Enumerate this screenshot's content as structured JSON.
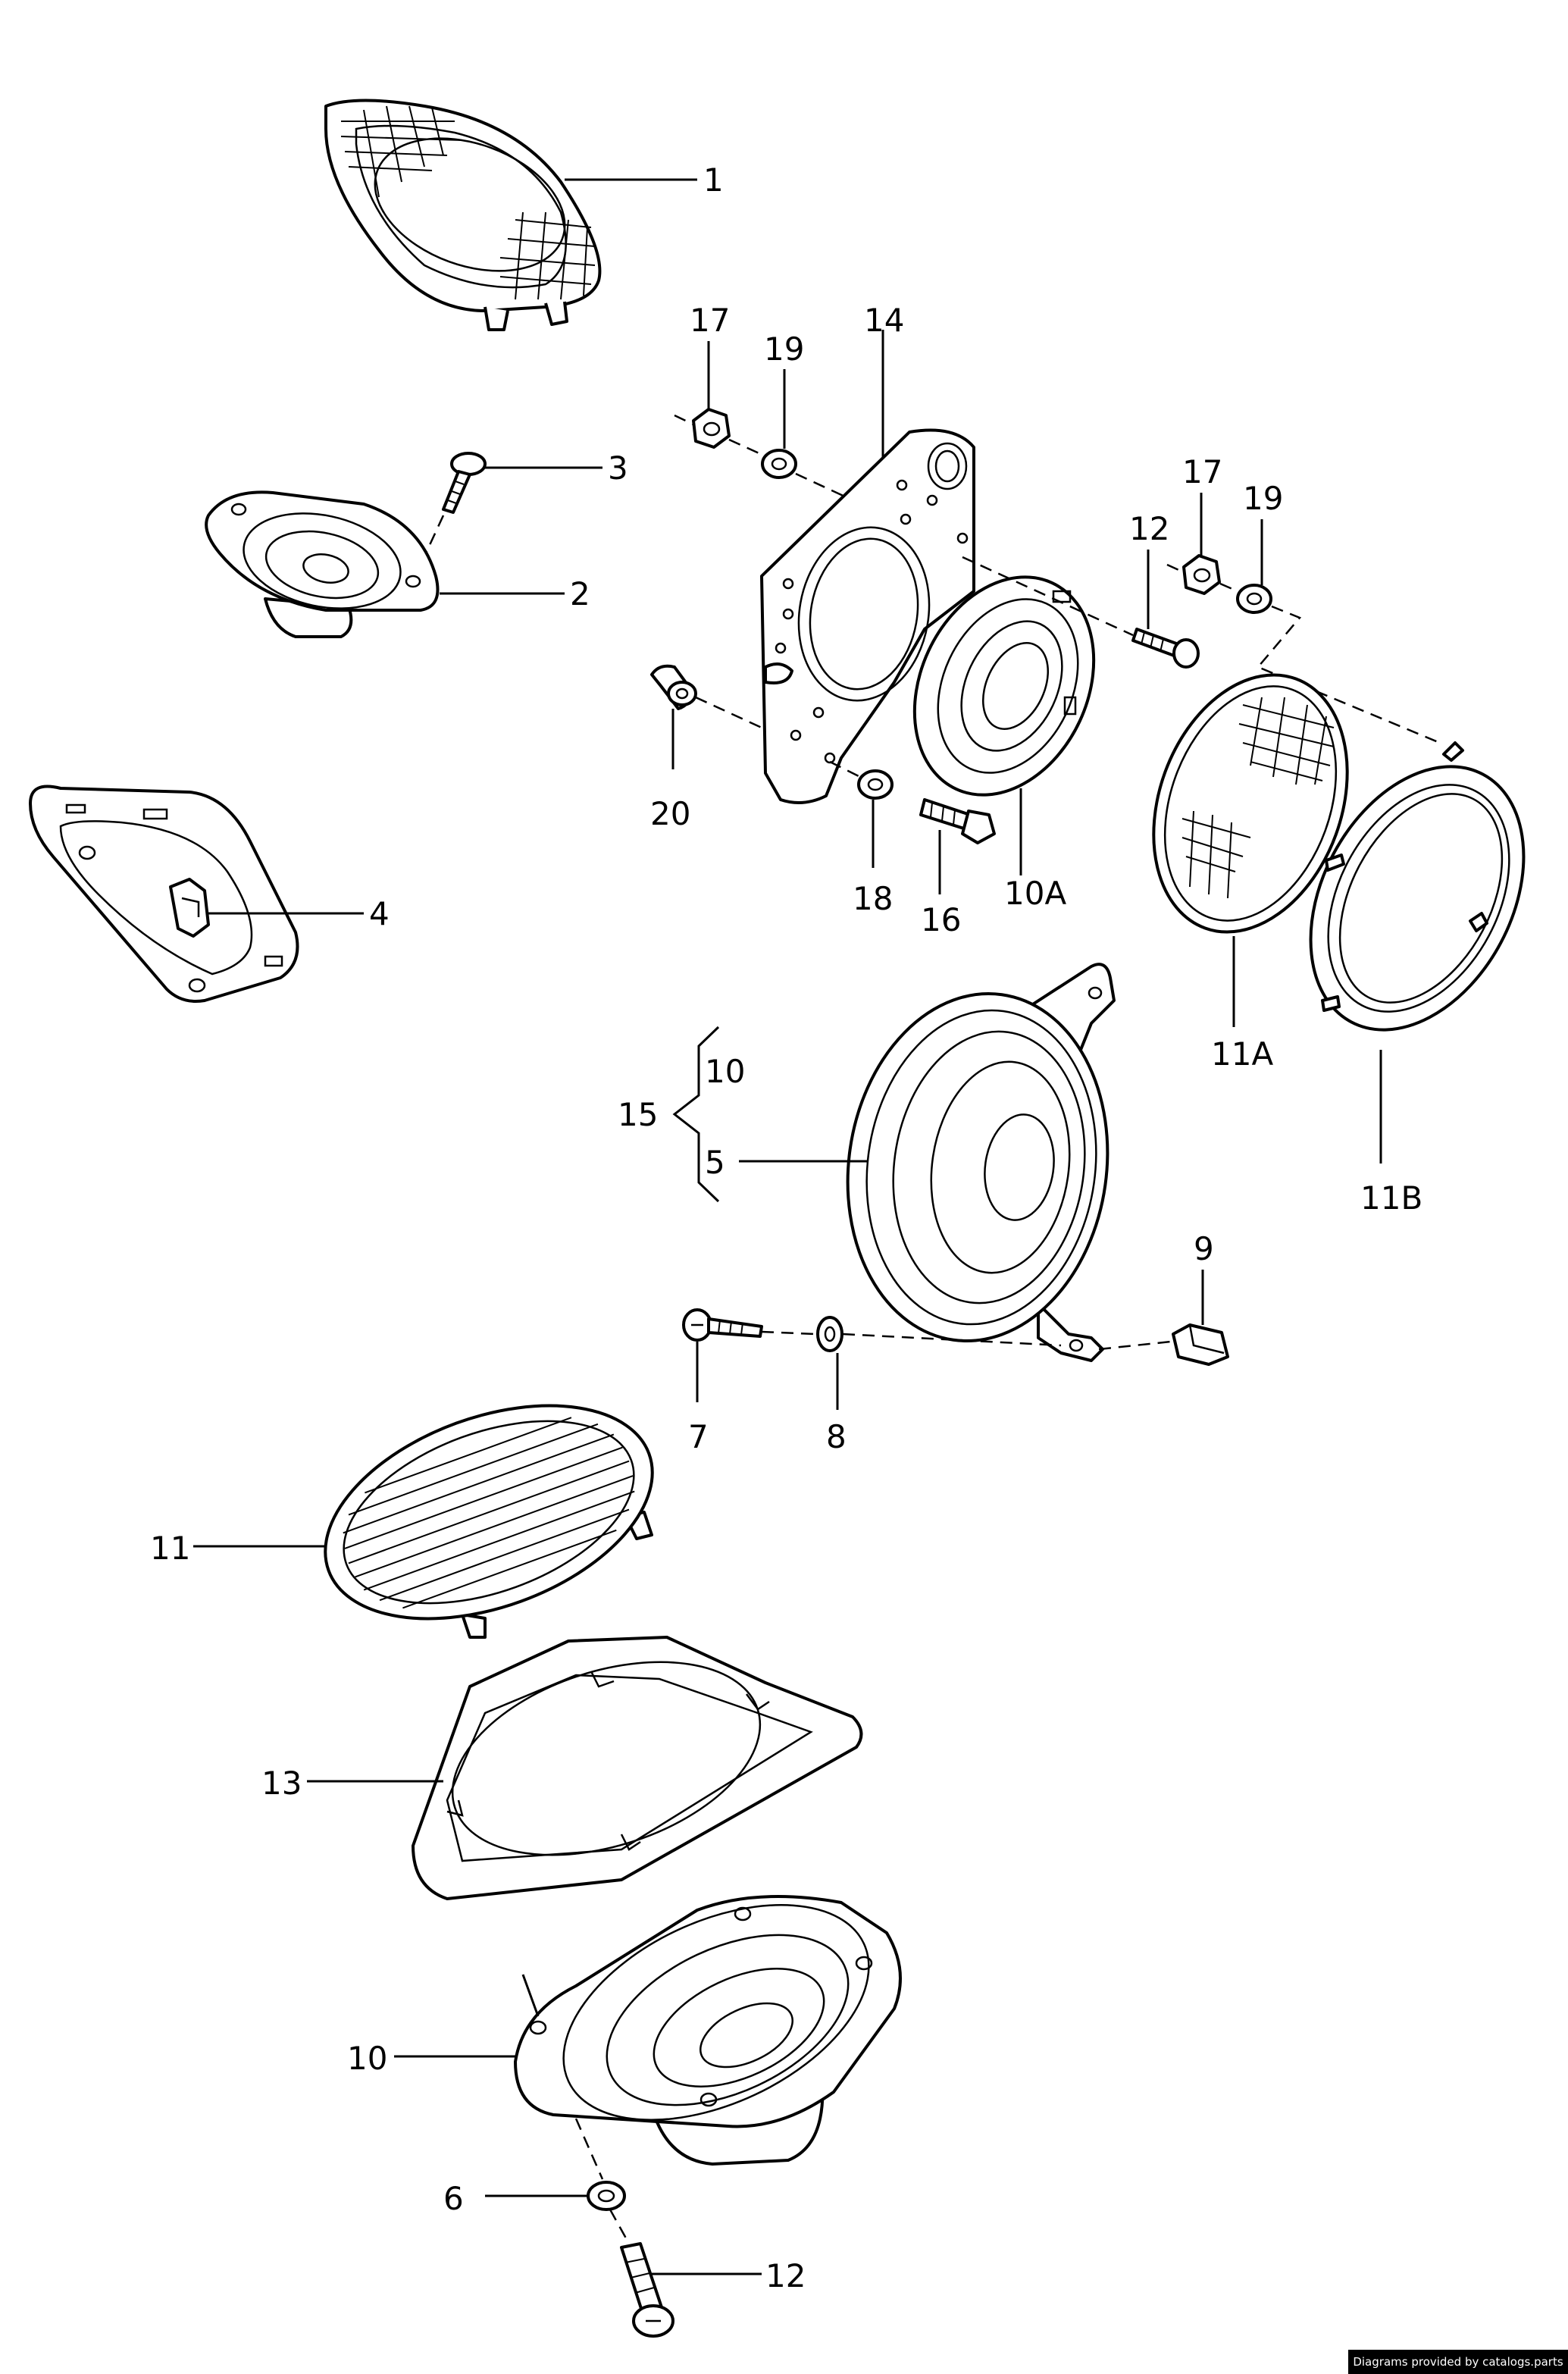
{
  "labels": {
    "p1": "1",
    "p2": "2",
    "p3": "3",
    "p4": "4",
    "p5": "5",
    "p6": "6",
    "p7": "7",
    "p8": "8",
    "p9": "9",
    "p10_top": "10",
    "p10_bottom": "10",
    "p10a": "10A",
    "p11": "11",
    "p11a": "11A",
    "p11b": "11B",
    "p12_top": "12",
    "p12_bottom": "12",
    "p13": "13",
    "p14": "14",
    "p15": "15",
    "p16": "16",
    "p17_left": "17",
    "p17_right": "17",
    "p18": "18",
    "p19_left": "19",
    "p19_right": "19",
    "p20": "20"
  },
  "credit": "Diagrams provided by catalogs.parts"
}
